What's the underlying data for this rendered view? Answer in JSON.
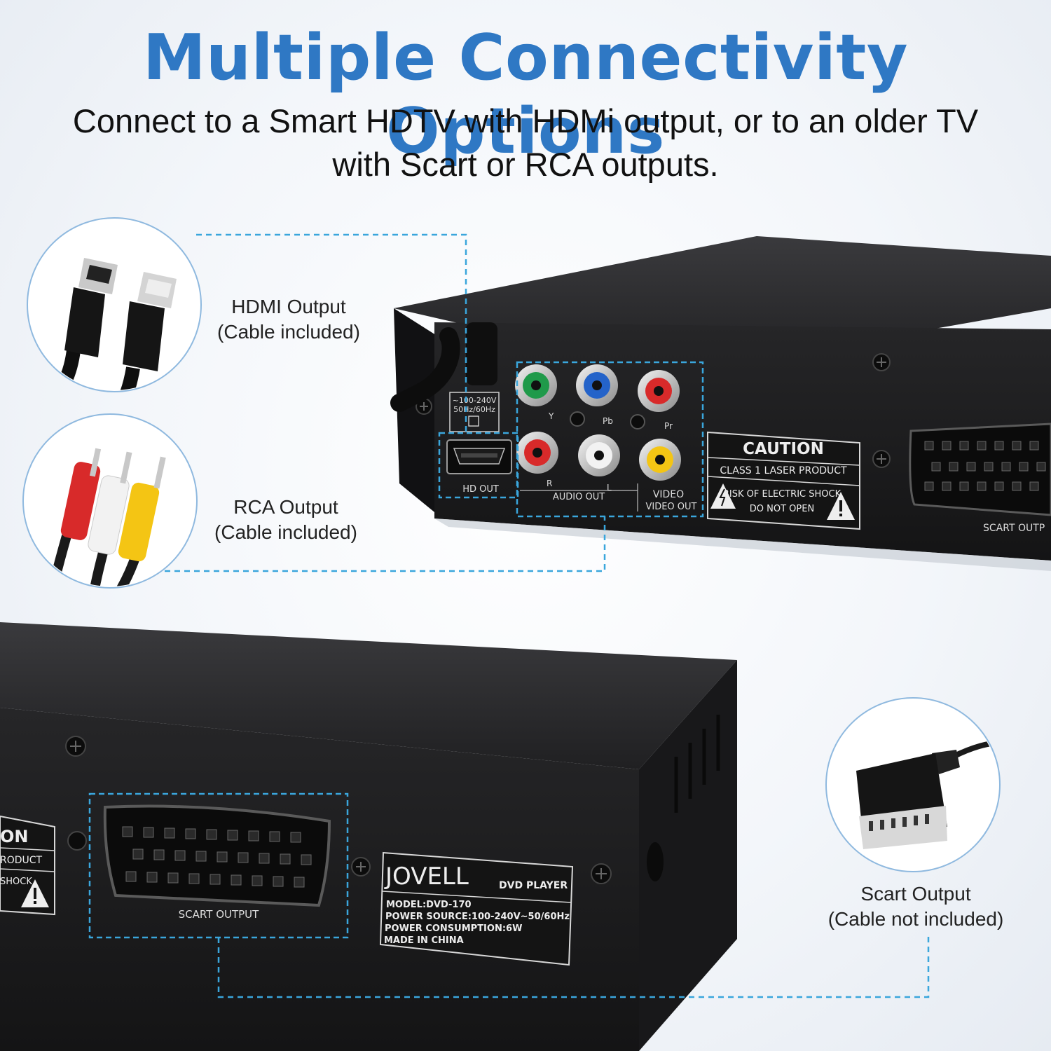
{
  "header": {
    "title": "Multiple Connectivity Options",
    "subtitle": "Connect to a Smart HDTV with HDMi output, or to an older TV with Scart or RCA outputs."
  },
  "callouts": {
    "hdmi": {
      "title": "HDMI Output",
      "note": "(Cable included)"
    },
    "rca": {
      "title": "RCA Output",
      "note": "(Cable included)"
    },
    "scart": {
      "title": "Scart Output",
      "note": "(Cable not included)"
    }
  },
  "top_player": {
    "power_label_line1": "~100-240V",
    "power_label_line2": "50Hz/60Hz",
    "port_hd_out": "HD OUT",
    "label_y": "Y",
    "label_pb": "Pb",
    "label_pr": "Pr",
    "label_r": "R",
    "label_l": "L",
    "label_video": "VIDEO",
    "label_audio_out": "AUDIO OUT",
    "label_video_out": "VIDEO OUT",
    "caution_title": "CAUTION",
    "caution_line1": "CLASS 1 LASER PRODUCT",
    "caution_line2": "RISK OF ELECTRIC SHOCK",
    "caution_line3": "DO NOT OPEN",
    "scart_label_partial": "SCART OUTP"
  },
  "bottom_player": {
    "caution_partial_1": "ON",
    "caution_partial_2": "RODUCT",
    "caution_partial_3": "SHOCK",
    "scart_label": "SCART OUTPUT",
    "brand": "JOVELL",
    "product_type": "DVD PLAYER",
    "model": "MODEL:DVD-170",
    "power_source": "POWER SOURCE:100-240V~50/60Hz",
    "power_consumption": "POWER CONSUMPTION:6W",
    "origin": "MADE IN CHINA"
  },
  "colors": {
    "headline": "#2f78c4",
    "dashed_guides": "#3aa6dc",
    "device_body": "#1d1d1f",
    "rca_red": "#d82a2a",
    "rca_white": "#f2f2f2",
    "rca_yellow": "#f4c514",
    "component_green": "#1f9a4a",
    "component_blue": "#2463c9"
  },
  "icons": [
    "hdmi-cable-icon",
    "rca-cable-icon",
    "scart-cable-icon",
    "warning-triangle-icon"
  ]
}
